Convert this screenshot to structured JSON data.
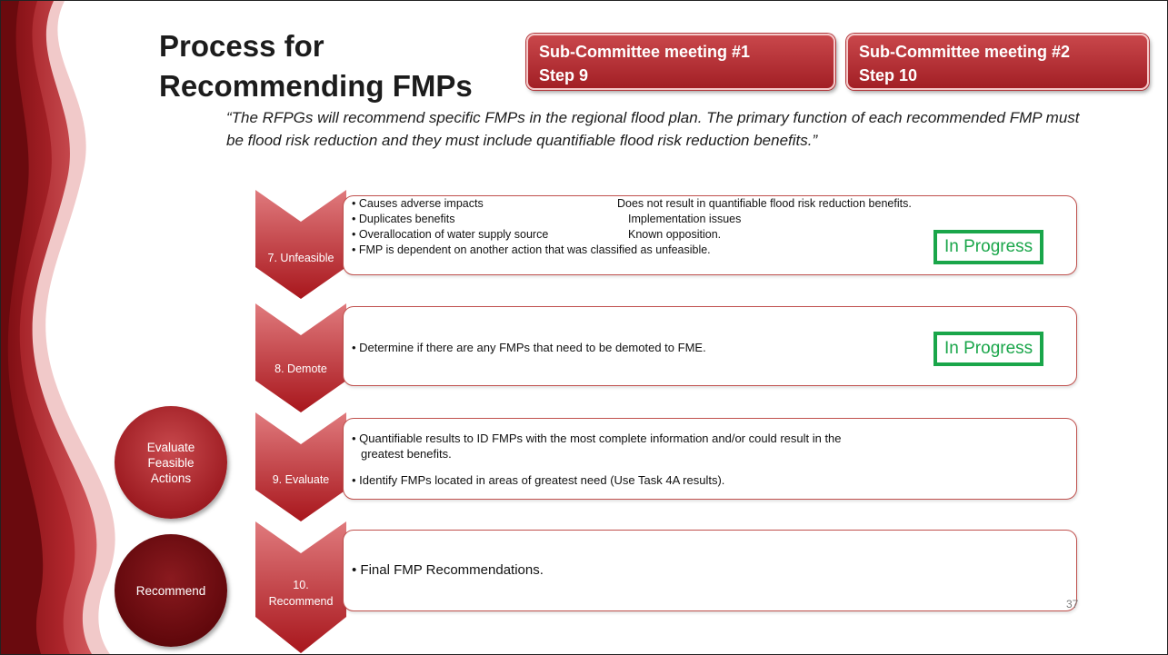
{
  "title": {
    "line1": "Process for",
    "line2": "Recommending FMPs"
  },
  "badges": [
    {
      "line1": "Sub-Committee meeting #1",
      "line2": "Step 9"
    },
    {
      "line1": "Sub-Committee meeting #2",
      "line2": "Step 10"
    }
  ],
  "quote": "“The RFPGs will recommend specific FMPs in the regional flood plan. The primary function of each recommended FMP must be flood risk reduction and they must include quantifiable flood risk reduction benefits.”",
  "steps": [
    {
      "label": "7. Unfeasible",
      "left_items": [
        "• Causes adverse impacts",
        "• Duplicates benefits",
        "• Overallocation of water supply source"
      ],
      "right_items": [
        "Does not result in quantifiable flood risk reduction benefits.",
        "Implementation issues",
        "Known opposition."
      ],
      "wide_item": "• FMP is dependent on another action that was classified as unfeasible.",
      "status": "In Progress"
    },
    {
      "label": "8. Demote",
      "items": [
        "• Determine if there are any FMPs that need to be demoted to FME."
      ],
      "status": "In Progress"
    },
    {
      "label": "9. Evaluate",
      "items": [
        "• Quantifiable results to ID FMPs with the most complete information and/or could result in the",
        "greatest benefits.",
        "• Identify FMPs located in areas of greatest need (Use Task 4A results)."
      ]
    },
    {
      "label_line1": "10.",
      "label_line2": "Recommend",
      "items": [
        "• Final FMP Recommendations."
      ]
    }
  ],
  "circles": [
    {
      "line1": "Evaluate",
      "line2": "Feasible",
      "line3": "Actions"
    },
    {
      "label": "Recommend"
    }
  ],
  "page_number": "37",
  "colors": {
    "accent": "#a21f25",
    "status_green": "#1aa64a",
    "arrow": "#b8282e"
  }
}
